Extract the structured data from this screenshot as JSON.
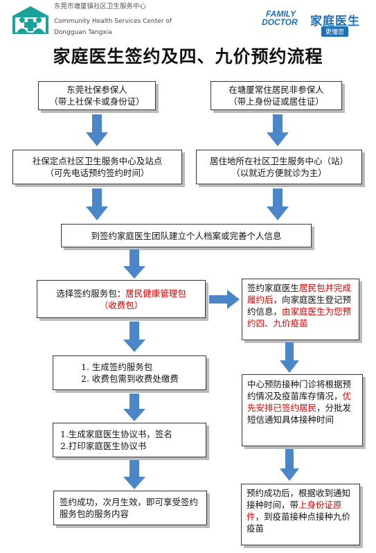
{
  "header": {
    "org_cn": "东莞市塘厦镇社区卫生服务中心",
    "org_en1": "Community Health Services Center of",
    "org_en2": "Dongguan Tangxia",
    "fd_en1": "FAMILY",
    "fd_en2": "DOCTOR",
    "fd_cn": "家庭医生",
    "fd_tag": "更懂您"
  },
  "title": "家庭医生签约及四、九价预约流程",
  "boxes": {
    "insured": [
      "东莞社保参保人",
      "（带上社保卡或身份证）"
    ],
    "resident": [
      "在塘厦常住居民非参保人",
      "（带上身份证或居住证）"
    ],
    "insured_center": [
      "社保定点社区卫生服务中心及站点",
      "（可先电话预约签约时间）"
    ],
    "resident_center": [
      "居住地所在社区卫生服务中心（站）",
      "（以就近方便就诊为主）"
    ],
    "team": "到签约家庭医生团队建立个人档案或完善个人信息",
    "choose_prefix": "选择签约服务包：",
    "choose_red": "居民健康管理包",
    "choose_red2": "（收费包）",
    "sign_a": "签约家庭医生",
    "sign_red1": "居民包并完成履约后",
    "sign_b": "，向家庭医生登记预约信息，",
    "sign_red2": "由家庭医生为您预约四、九价疫苗",
    "gen1": "1. 生成签约服务包",
    "gen2": "2. 收费包需到收费处缴费",
    "agree1": "1.生成家庭医生协议书，签名",
    "agree2": "2.打印家庭医生协议书",
    "success": "签约成功，次月生效，即可享受签约服务包的服务内容",
    "clinic_a": "中心预防接种门诊将根据预约情况及疫苗库存情况，",
    "clinic_red": "优先安排已签约居民",
    "clinic_b": "，分批发短信通知具体接种时间",
    "final_a": "预约成功后，根据收到通知接种时间，带",
    "final_red": "上身份证原件",
    "final_b": "，到疫苗接种点接种九价疫苗"
  },
  "colors": {
    "arrow": "#4a86c8",
    "red": "#e00000",
    "brand": "#1f6fb5",
    "logo": "#1aa39a"
  }
}
